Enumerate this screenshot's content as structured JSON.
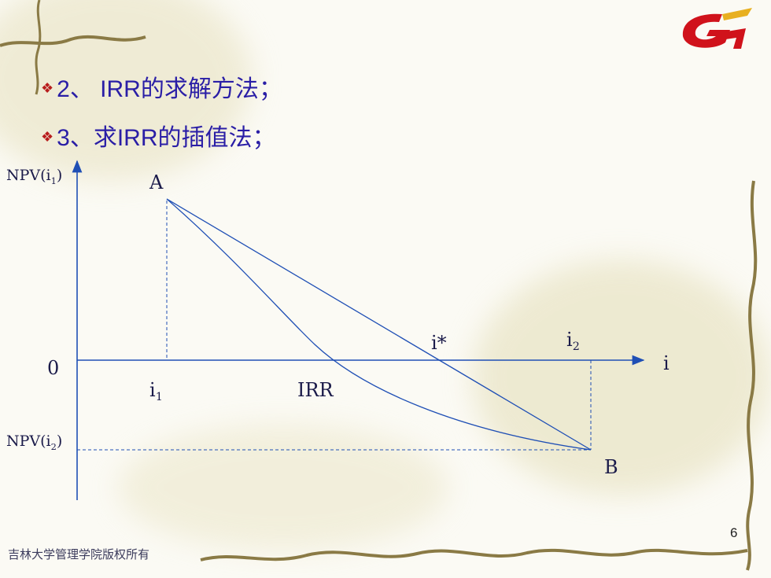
{
  "bullets": [
    {
      "text": "2、 IRR的求解方法；"
    },
    {
      "text": "3、求IRR的插值法；"
    }
  ],
  "diagram": {
    "y_axis_top_label": {
      "main": "NPV(i",
      "sub": "1",
      "close": ")"
    },
    "y_axis_bottom_label": {
      "main": "NPV(i",
      "sub": "2",
      "close": ")"
    },
    "origin_label": "0",
    "x_axis_label": "i",
    "point_a_label": "A",
    "point_b_label": "B",
    "i1_label": {
      "main": "i",
      "sub": "1"
    },
    "i2_label": {
      "main": "i",
      "sub": "2"
    },
    "istar_label": "i*",
    "irr_label": "IRR"
  },
  "footer": {
    "text": "吉林大学管理学院版权所有"
  },
  "page_number": "6",
  "colors": {
    "line": "#1f4fb5",
    "title_text": "#2a1ea6",
    "bullet": "#b81d1d",
    "logo_red": "#d0121b",
    "background": "#fbfaf4"
  },
  "icons": {
    "bullet": "diamond-cluster-icon",
    "logo": "g-logo-icon"
  }
}
